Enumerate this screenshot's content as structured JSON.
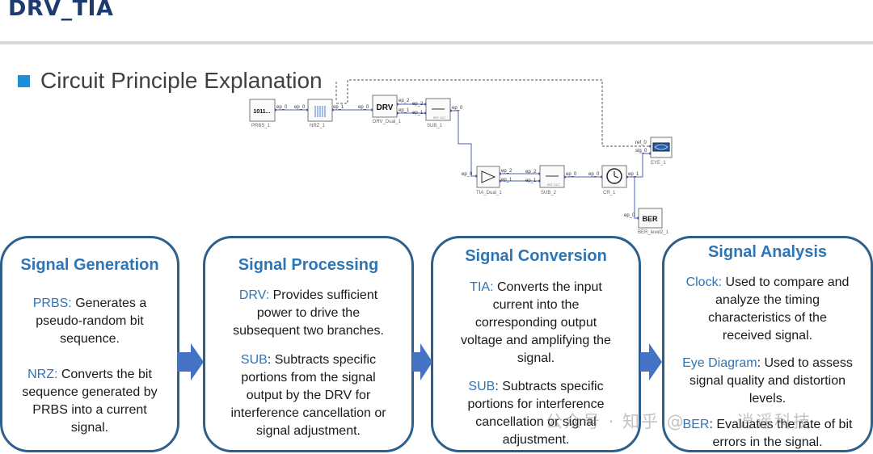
{
  "header": {
    "title": "DRV_TIA"
  },
  "section": {
    "heading": "Circuit Principle Explanation"
  },
  "circuit": {
    "prbs": {
      "face": "1011...",
      "label": "PRBS_1"
    },
    "nrz": {
      "label": "NRZ_1"
    },
    "drv": {
      "face": "DRV",
      "label": "DRV_Dual_1"
    },
    "sub1": {
      "label": "SUB_1",
      "small": "REF  OUT"
    },
    "tia": {
      "label": "TIA_Dual_1"
    },
    "sub2": {
      "label": "SUB_2",
      "small": "REF  OUT"
    },
    "cr": {
      "label": "CR_1"
    },
    "eye": {
      "label": "EYE_1"
    },
    "ber": {
      "face": "BER",
      "label": "BER_level2_1"
    },
    "ports": {
      "ep0": "ep_0",
      "ep1": "ep_1",
      "ep2": "ep_2",
      "ref0": "ref_0",
      "sig0": "sig_0"
    }
  },
  "cards": [
    {
      "title": "Signal Generation",
      "blocks": [
        {
          "key": "PRBS:",
          "lines": [
            " Generates a",
            "pseudo-random bit",
            "sequence."
          ]
        },
        {
          "key": "NRZ:",
          "lines": [
            " Converts the bit",
            "sequence generated by",
            "PRBS into a current",
            "signal."
          ]
        }
      ]
    },
    {
      "title": "Signal Processing",
      "blocks": [
        {
          "key": "DRV:",
          "lines": [
            " Provides sufficient",
            "power to drive the",
            "subsequent two branches."
          ]
        },
        {
          "key": "SUB",
          "lines": [
            ": Subtracts specific",
            "portions from the signal",
            "output by the DRV for",
            "interference cancellation or",
            "signal adjustment."
          ]
        }
      ]
    },
    {
      "title": "Signal Conversion",
      "blocks": [
        {
          "key": "TIA:",
          "lines": [
            " Converts the input",
            "current into the",
            "corresponding output",
            "voltage and amplifying the",
            "signal."
          ]
        },
        {
          "key": "SUB",
          "lines": [
            ": Subtracts specific",
            "portions for interference",
            "cancellation or signal",
            "adjustment."
          ]
        }
      ]
    },
    {
      "title": "Signal Analysis",
      "blocks": [
        {
          "key": "Clock:",
          "lines": [
            " Used to compare and",
            "analyze the timing",
            "characteristics of the",
            "received signal."
          ]
        },
        {
          "key": "Eye Diagram",
          "lines": [
            ": Used to assess",
            "signal quality and distortion",
            "levels."
          ]
        },
        {
          "key": "BER",
          "lines": [
            ": Evaluates the rate of bit",
            "errors in the signal."
          ]
        }
      ]
    }
  ],
  "watermark": {
    "left": "公众号 · 知乎 @",
    "right": "逍遥科技"
  }
}
